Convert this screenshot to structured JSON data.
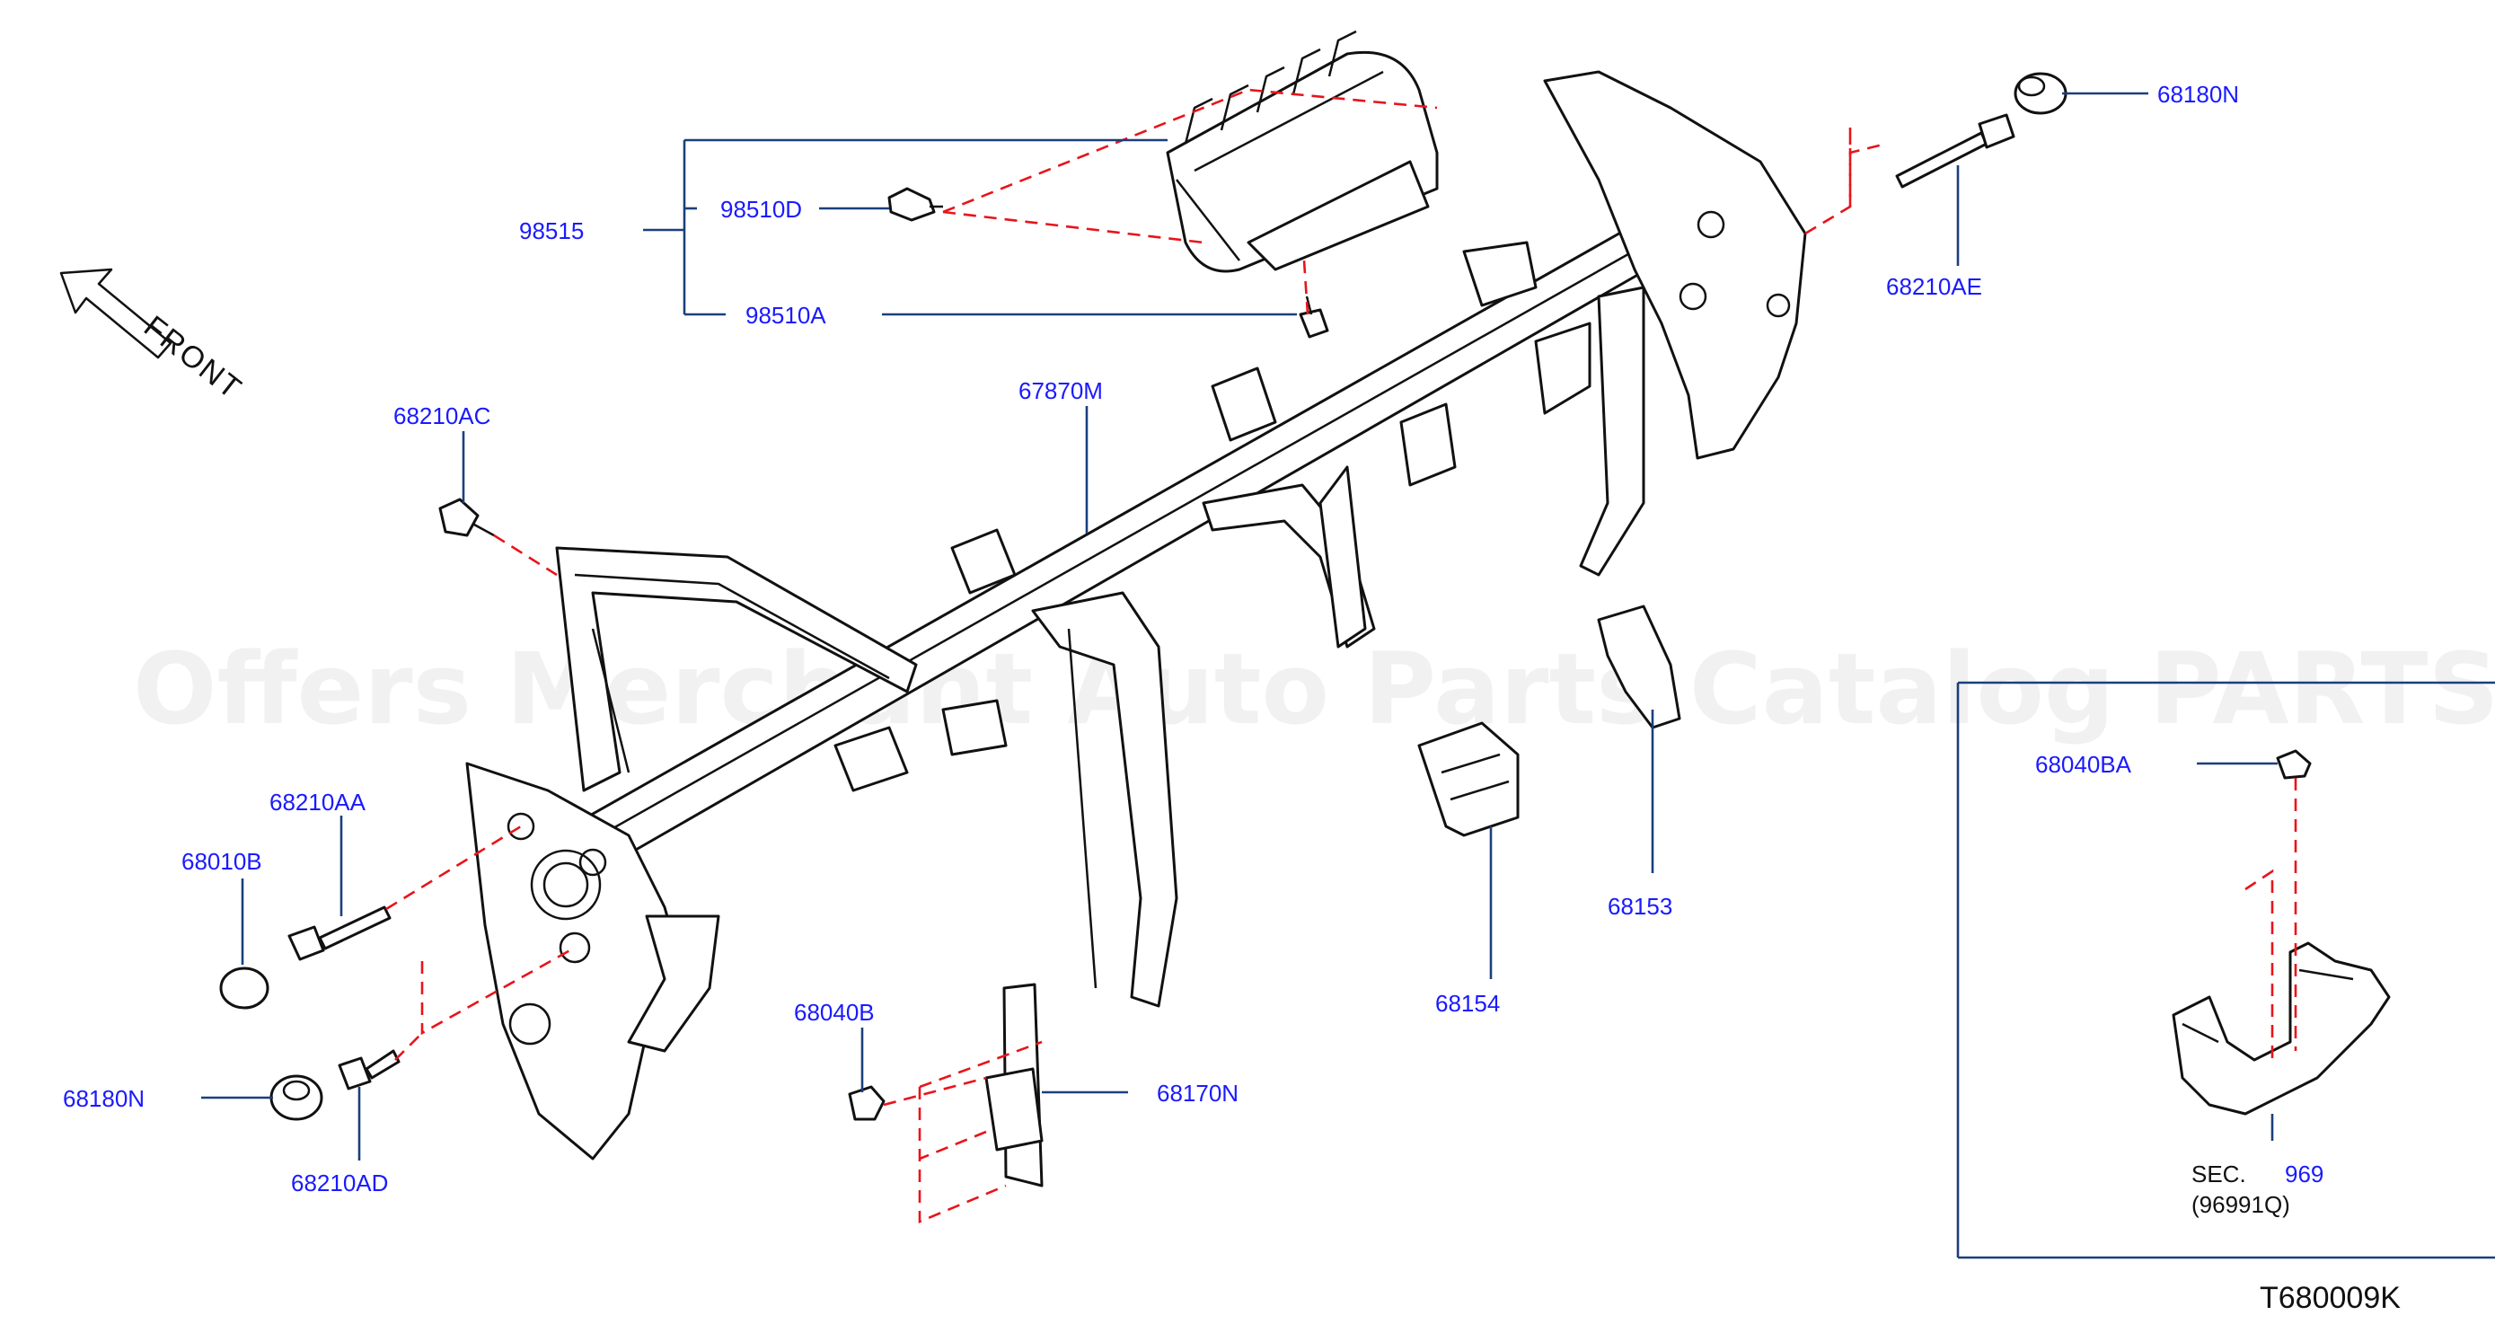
{
  "colors": {
    "part_number": "#1a1aff",
    "leader_line": "#1b3f7c",
    "dashed_line": "#e8141a",
    "outline": "#111111",
    "watermark": "#b4b4b4"
  },
  "front_indicator": {
    "label": "FRONT",
    "icon": "front-arrow-icon"
  },
  "watermark": "Offers Merchant Auto Parts Catalog PARTSTORE.SA",
  "diagram_code": "T680009K",
  "labels": {
    "p98515": "98515",
    "p98510D": "98510D",
    "p98510A": "98510A",
    "p68180N_top": "68180N",
    "p68210AE": "68210AE",
    "p68210AC": "68210AC",
    "p67870M": "67870M",
    "p68210AA": "68210AA",
    "p68010B": "68010B",
    "p68180N_bottom": "68180N",
    "p68210AD": "68210AD",
    "p68040B": "68040B",
    "p68170N": "68170N",
    "p68154": "68154",
    "p68153": "68153",
    "p68040BA": "68040BA",
    "sec_prefix": "SEC.",
    "sec_number": "969",
    "sec_part": "(96991Q)"
  }
}
